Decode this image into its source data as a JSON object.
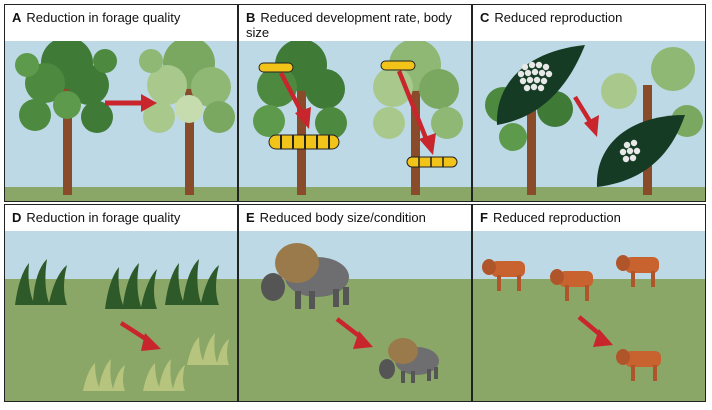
{
  "panels": [
    {
      "letter": "A",
      "title": "Reduction in forage quality"
    },
    {
      "letter": "B",
      "title": "Reduced development rate, body size"
    },
    {
      "letter": "C",
      "title": "Reduced reproduction"
    },
    {
      "letter": "D",
      "title": "Reduction in forage quality"
    },
    {
      "letter": "E",
      "title": "Reduced body size/condition"
    },
    {
      "letter": "F",
      "title": "Reduced reproduction"
    }
  ],
  "colors": {
    "sky": "#bdd9e6",
    "ground": "#8ba768",
    "trunk": "#8a4b2a",
    "leaf_dark": "#3f7a36",
    "leaf_light": "#a9c98c",
    "arrow": "#c8262c",
    "caterpillar": "#f2c318",
    "bison": "#6e6e70",
    "bison_hump": "#9a7a4a",
    "calf": "#c8622e",
    "egg_leaf": "#163b24"
  }
}
